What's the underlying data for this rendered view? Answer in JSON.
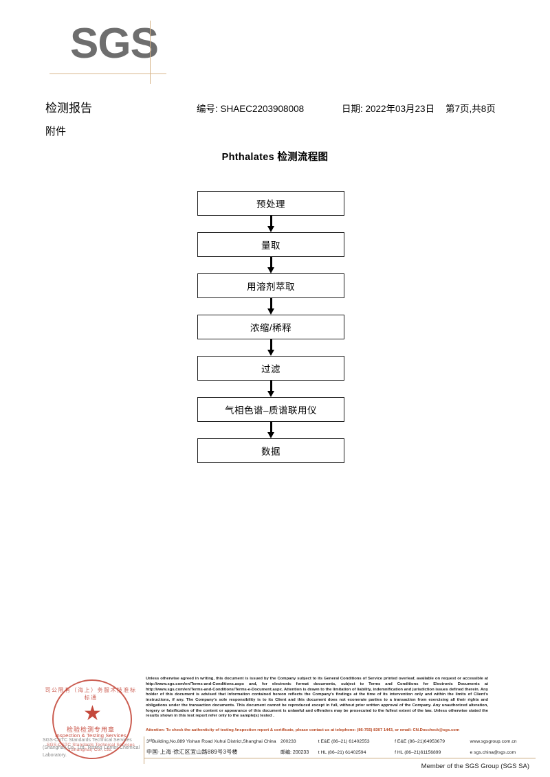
{
  "logo": {
    "wordmark": "SGS",
    "rule_color": "#d7b489"
  },
  "header": {
    "report_title": "检测报告",
    "attachment_label": "附件",
    "report_no": "编号: SHAEC2203908008",
    "date": "日期: 2022年03月23日",
    "page": "第7页,共8页"
  },
  "flowchart": {
    "title": "Phthalates 检测流程图",
    "nodes": [
      {
        "label": "预处理"
      },
      {
        "label": "量取"
      },
      {
        "label": "用溶剂萃取"
      },
      {
        "label": "浓缩/稀释"
      },
      {
        "label": "过滤"
      },
      {
        "label": "气相色谱–质谱联用仪"
      },
      {
        "label": "数据"
      }
    ]
  },
  "stamp": {
    "arc_top": "司公限有（海上）务服术技准标标通",
    "center_cn": "检验检测专用章",
    "center_en": "Inspection & Testing Services",
    "arc_bottom": "SGS-CSTC Standards Technical Services (Shanghai) Co., Ltd.",
    "star": "★",
    "color": "#c0392b"
  },
  "lab_name": "SGS-CSTC Standards Technical Services (Shanghai) Co., Ltd. Testing Center-Chemical Laboratory.",
  "footer": {
    "legal": "Unless otherwise agreed in writing, this document is issued by the Company subject to its General Conditions of Service printed overleaf, available on request or accessible at http://www.sgs.com/en/Terms-and-Conditions.aspx and, for electronic format documents, subject to Terms and Conditions for Electronic Documents at http://www.sgs.com/en/Terms-and-Conditions/Terms-e-Document.aspx. Attention is drawn to the limitation of liability, indemnification and jurisdiction issues defined therein. Any holder of this document is advised that information contained hereon reflects the Company's findings at the time of its intervention only and within the limits of Client's instructions, if any. The Company's sole responsibility is to its Client and this document does not exonerate parties to a transaction from exercising all their rights and obligations under the transaction documents. This document cannot be reproduced except in full, without prior written approval of the Company. Any unauthorized alteration, forgery or falsification of the content or appearance of this document is unlawful and offenders may be prosecuted to the fullest extent of the law. Unless otherwise stated the results shown in this test report refer only to the sample(s) tested .",
    "attention": "Attention: To check the authenticity of testing /inspection report & certificate, please contact us at telephone: (86-755) 8307 1443, or email: CN.Doccheck@sgs.com",
    "attention_color": "#b8451f",
    "address_rows": [
      {
        "street": "3ʳᵈBuilding,No.889 Yishan Road Xuhui District,Shanghai China",
        "zip": "200233",
        "tel": "t E&E (86–21) 61402553",
        "fax": "f E&E (86–21)64953679",
        "web": "www.sgsgroup.com.cn"
      },
      {
        "street": "中国·上海·徐汇区宜山路889号3号楼",
        "zip": "邮编: 200233",
        "tel": "t HL (86–21) 61402594",
        "fax": "f HL (86–21)61156899",
        "web": "e sgs.china@sgs.com"
      }
    ],
    "member_line": "Member of the SGS Group (SGS SA)"
  }
}
